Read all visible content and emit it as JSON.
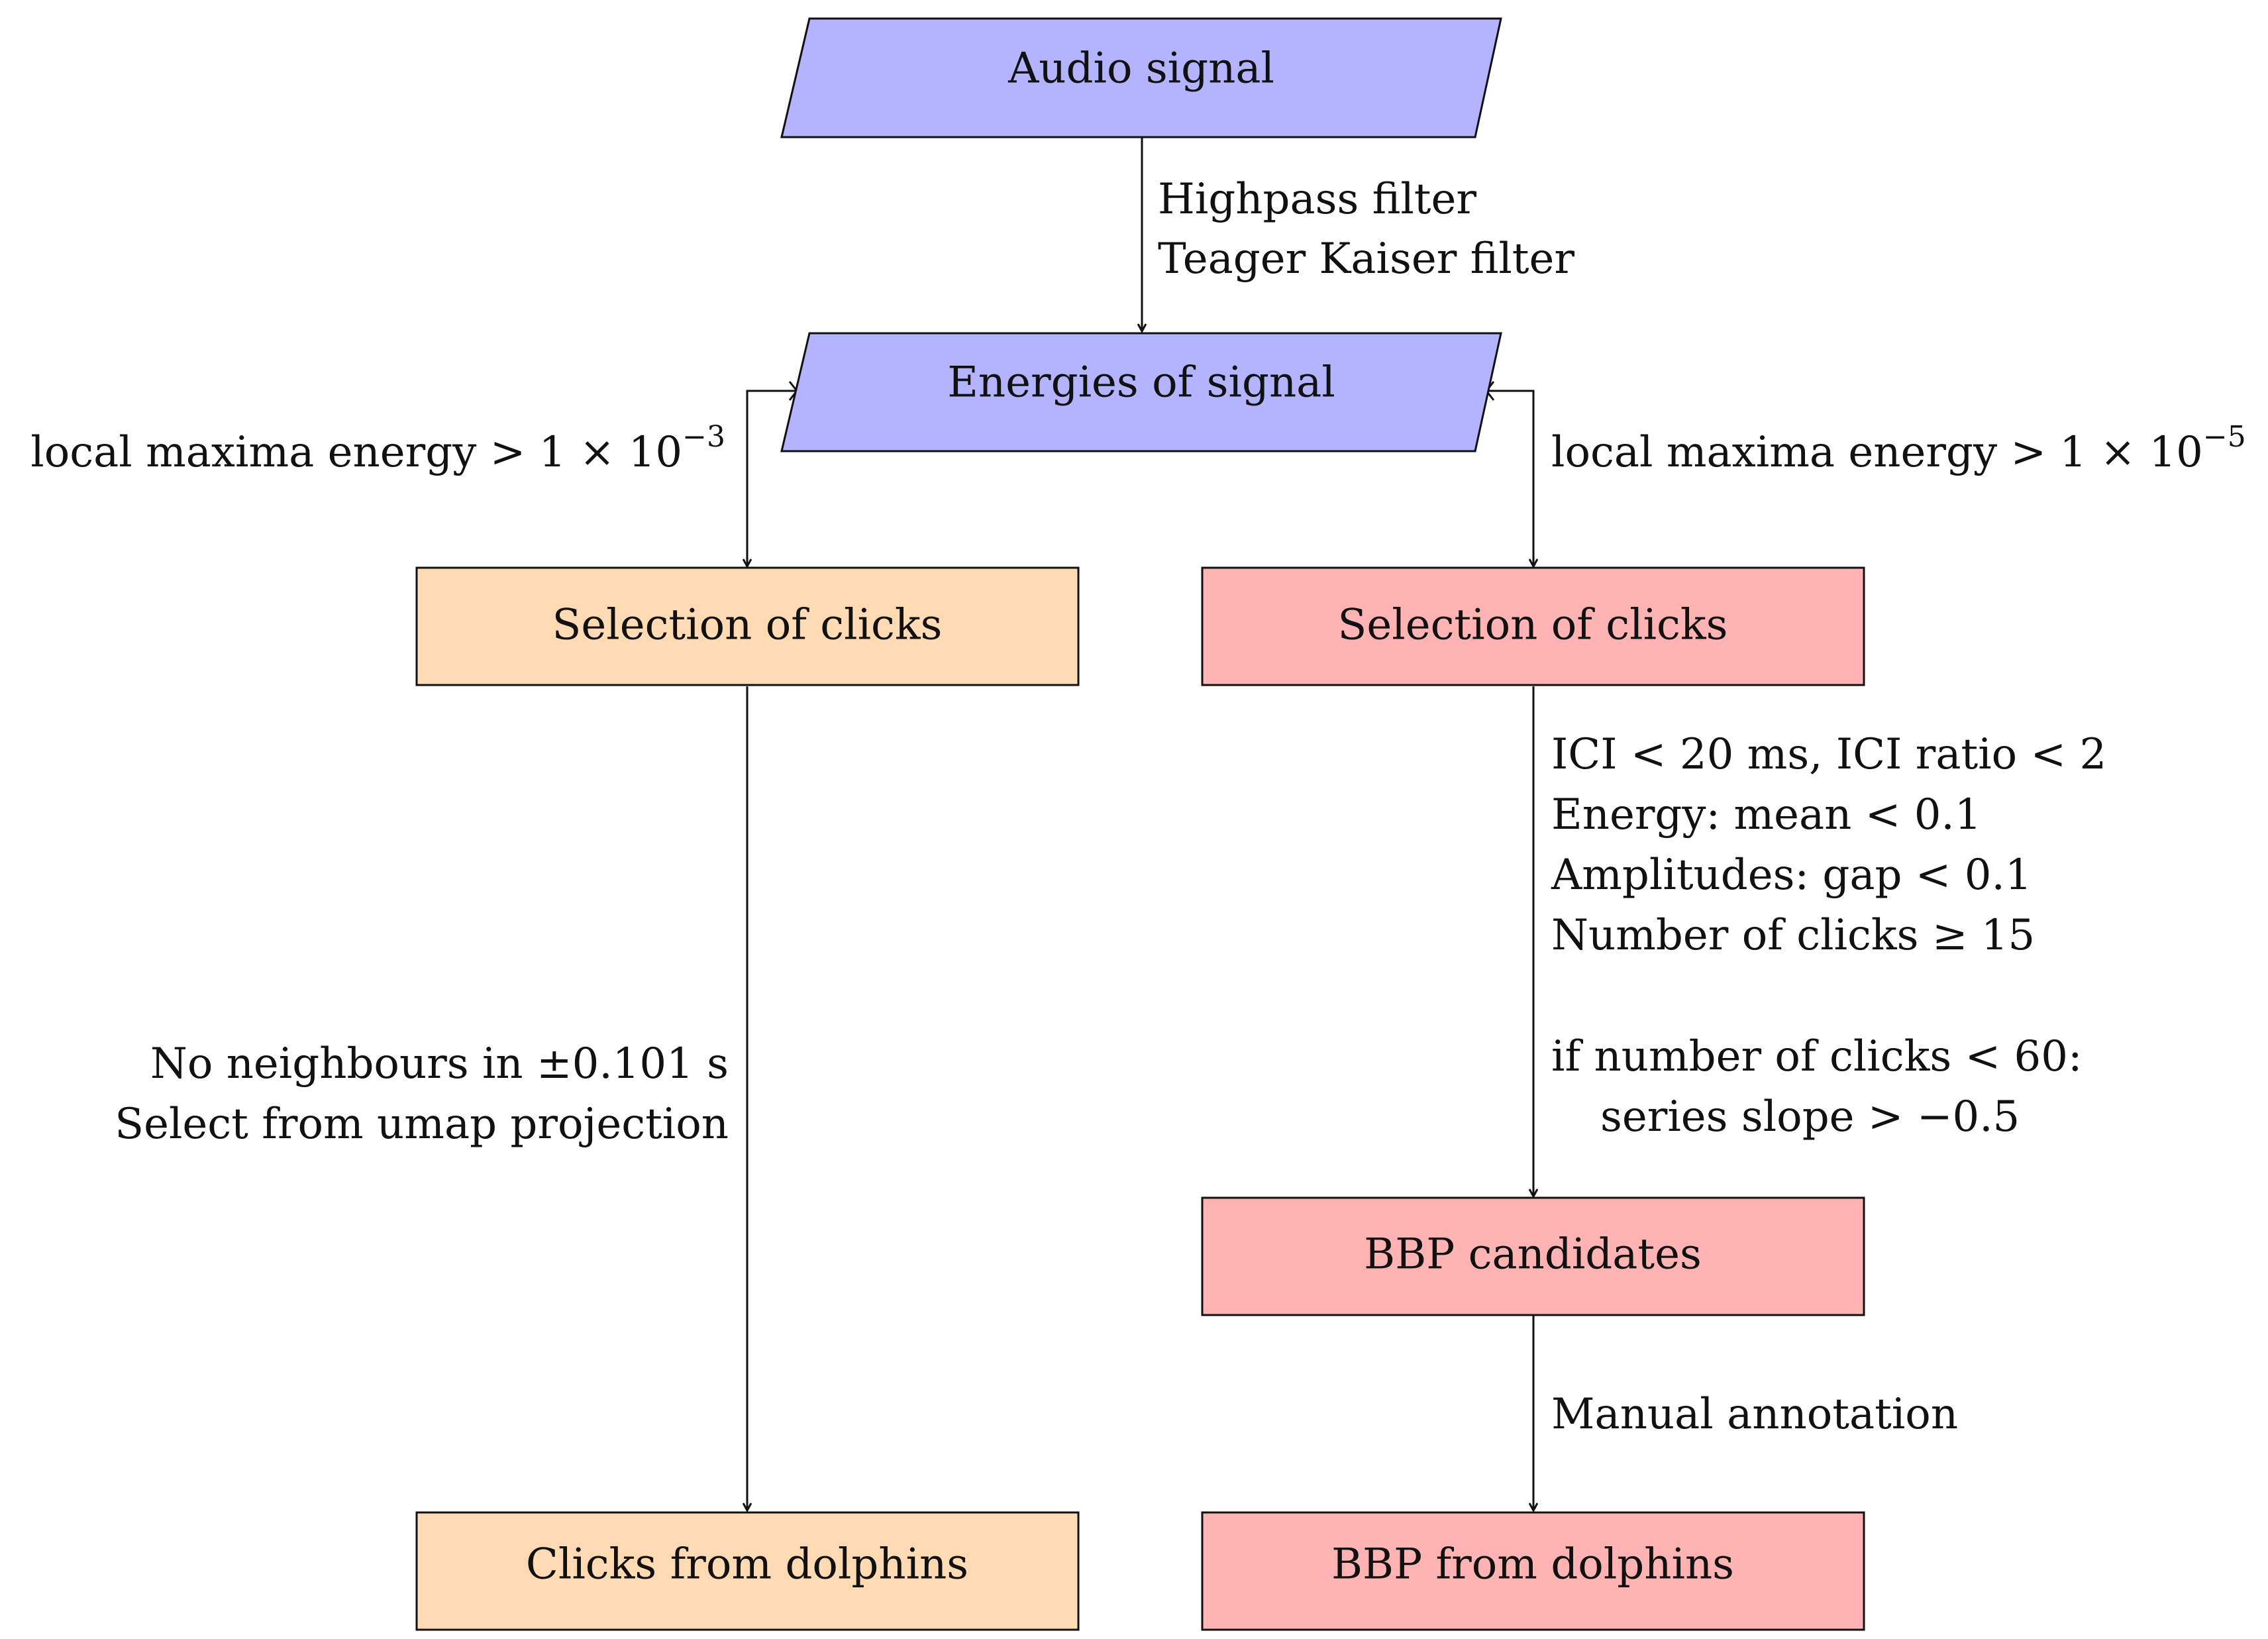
{
  "colors": {
    "blue": "#B3B3FF",
    "orange": "#FFDAB3",
    "red": "#FFB3B3",
    "stroke": "#111111"
  },
  "nodes": {
    "audio_signal": "Audio signal",
    "energies_of_signal": "Energies of signal",
    "selection_left": "Selection of clicks",
    "selection_right": "Selection of clicks",
    "bbp_candidates": "BBP candidates",
    "clicks_from_dolphins": "Clicks from dolphins",
    "bbp_from_dolphins": "BBP from dolphins"
  },
  "edges": {
    "filters": [
      "Highpass filter",
      "Teager Kaiser filter"
    ],
    "threshold_left": {
      "text": "local maxima energy > 1 × 10",
      "exponent": "−3"
    },
    "threshold_right": {
      "text": "local maxima energy > 1 × 10",
      "exponent": "−5"
    },
    "left_criteria": [
      "No neighbours in ±0.101 s",
      "Select from umap projection"
    ],
    "right_criteria": [
      "ICI < 20 ms, ICI ratio < 2",
      "Energy:  mean < 0.1",
      "Amplitudes:  gap < 0.1",
      "Number of clicks ≥ 15",
      "if number of clicks < 60:",
      "series slope > −0.5"
    ],
    "manual": "Manual annotation"
  }
}
